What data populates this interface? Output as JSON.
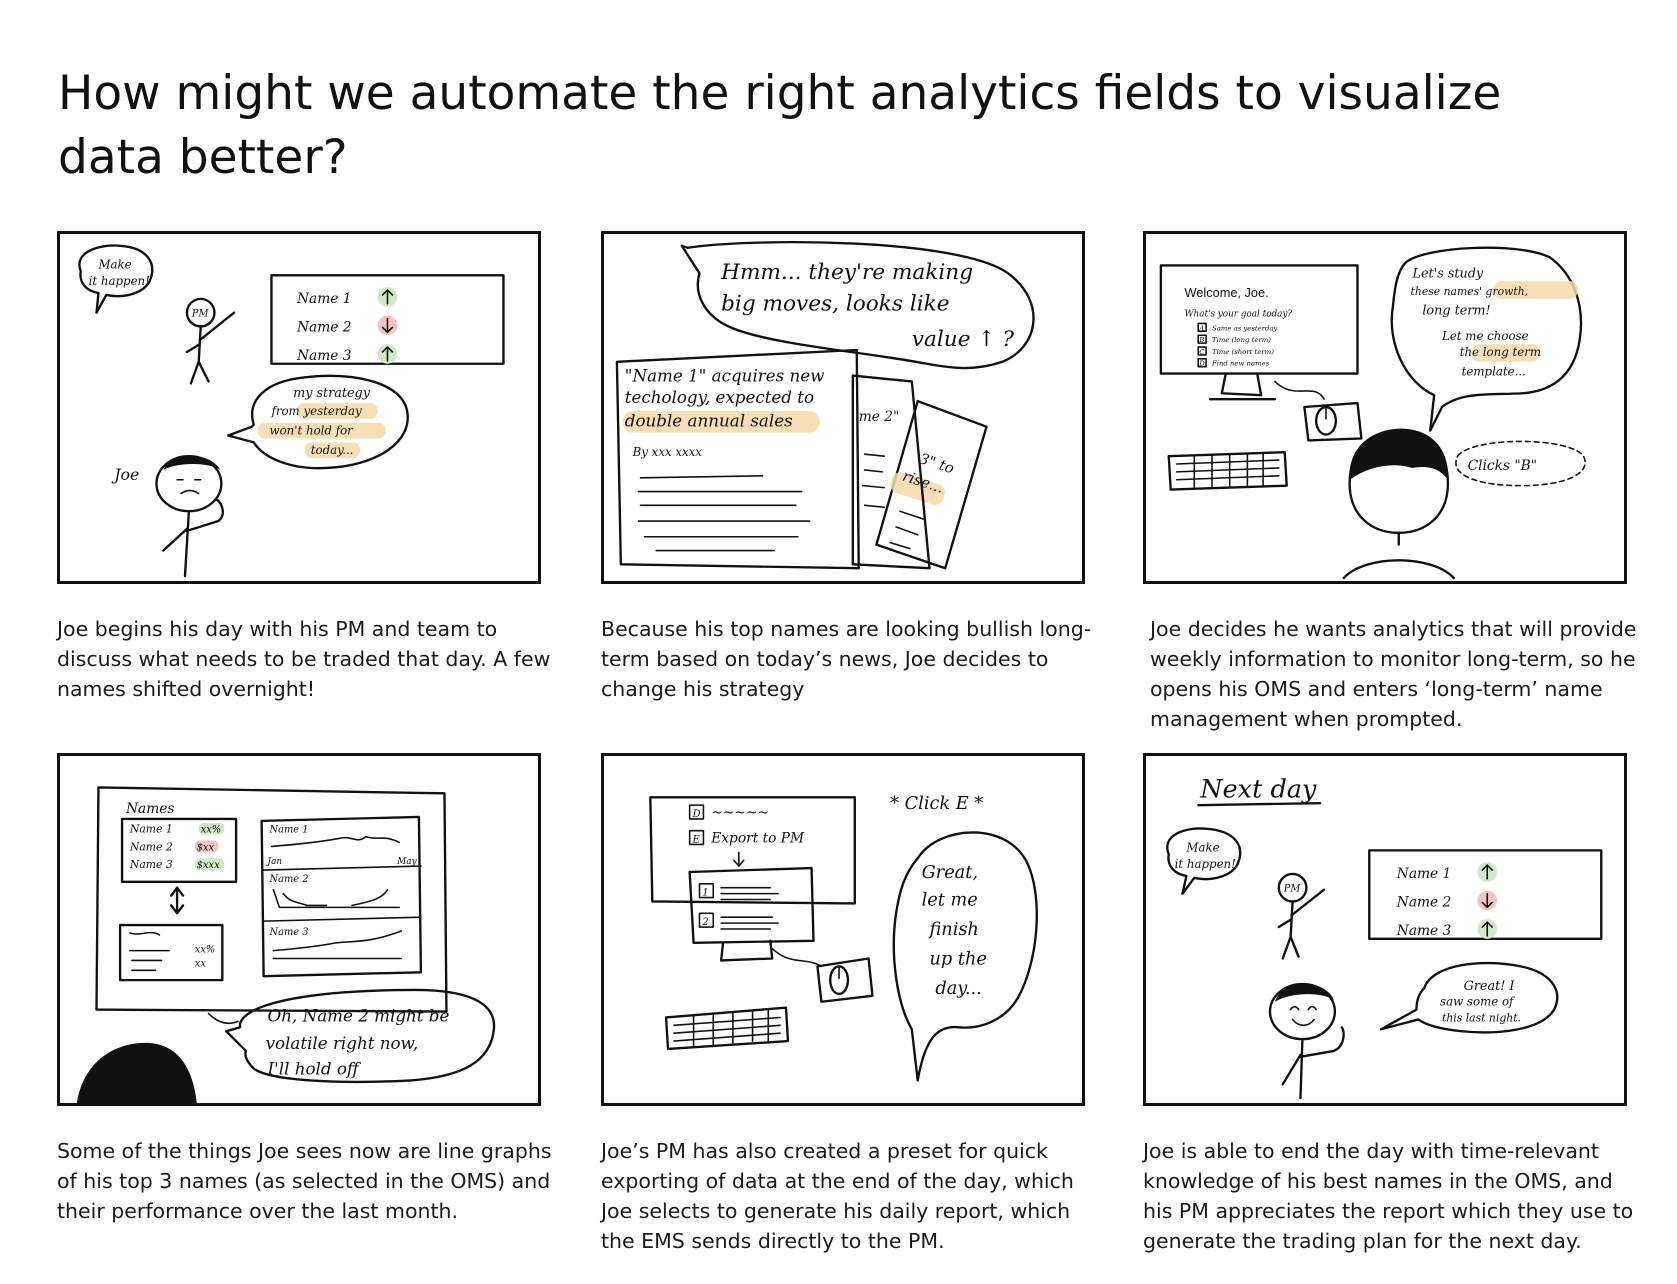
{
  "title": "How might we automate the right analytics fields to visualize data better?",
  "panels": [
    {
      "caption": "Joe begins his day with his PM and team to discuss what needs to be traded that day. A few names shifted overnight!",
      "pm_bubble": [
        "Make",
        "it happen!"
      ],
      "pm_label": "PM",
      "joe_label": "Joe",
      "names": [
        "Name 1",
        "Name 2",
        "Name 3"
      ],
      "joe_bubble": [
        "my strategy",
        "from yesterday",
        "won't hold for",
        "today..."
      ]
    },
    {
      "caption": "Because his top names are looking bullish long-term based on today’s news, Joe decides to change his strategy",
      "bubble": [
        "Hmm... they're making",
        "big moves, looks like",
        "value ↑ ?"
      ],
      "news": [
        "\"Name 1\" acquires new",
        "techology, expected to",
        "double annual sales"
      ],
      "byline": "By xxx  xxxx",
      "paper2": "me 2\"",
      "paper3": [
        "3\" to",
        "rise..."
      ]
    },
    {
      "caption": "Joe decides he wants analytics that will provide weekly information to monitor long-term, so he opens his OMS and enters ‘long-term’ name management when prompted.",
      "welcome": "Welcome, Joe.",
      "question": "What's your goal today?",
      "options": [
        {
          "key": "A",
          "label": "Same as yesterday"
        },
        {
          "key": "B",
          "label": "Time (long term)"
        },
        {
          "key": "C",
          "label": "Time (short term)"
        },
        {
          "key": "D",
          "label": "Find new names"
        }
      ],
      "bubble": [
        "Let's study",
        "these names' growth,",
        "long term!",
        "Let me choose",
        "the long term",
        "template..."
      ],
      "action": "Clicks \"B\""
    },
    {
      "caption": "Some of the things Joe sees now are line graphs of his top 3 names (as selected in the OMS) and their performance over the last month.",
      "list_title": "Names",
      "rows": [
        {
          "name": "Name 1",
          "value": "xx%"
        },
        {
          "name": "Name 2",
          "value": "$xx"
        },
        {
          "name": "Name 3",
          "value": "$xxx"
        }
      ],
      "box_values": [
        "xx%",
        "xx"
      ],
      "graphs": [
        "Name 1",
        "Name 2",
        "Name 3"
      ],
      "axis_start": "Jan",
      "axis_end": "May",
      "bubble": [
        "Oh, Name 2 might be",
        "volatile right now,",
        "I'll hold off"
      ]
    },
    {
      "caption": "Joe’s PM has also created a preset for quick exporting of data at the end of the day, which Joe selects to generate his daily report, which the EMS sends directly to the PM.",
      "menu": [
        {
          "key": "D",
          "label": "~~~~~"
        },
        {
          "key": "E",
          "label": "Export to PM"
        }
      ],
      "items": [
        "1",
        "2"
      ],
      "action": "* Click E *",
      "bubble": [
        "Great,",
        "let me",
        "finish",
        "up the",
        "day..."
      ]
    },
    {
      "caption": "Joe is able to end the day with time-relevant knowledge of his best names in the OMS, and his PM appreciates the report which they use to generate the trading plan for the next day.",
      "heading": "Next day",
      "pm_bubble": [
        "Make",
        "it happen!"
      ],
      "pm_label": "PM",
      "names": [
        "Name 1",
        "Name 2",
        "Name 3"
      ],
      "joe_bubble": [
        "Great! I",
        "saw some of",
        "this last night."
      ]
    }
  ]
}
